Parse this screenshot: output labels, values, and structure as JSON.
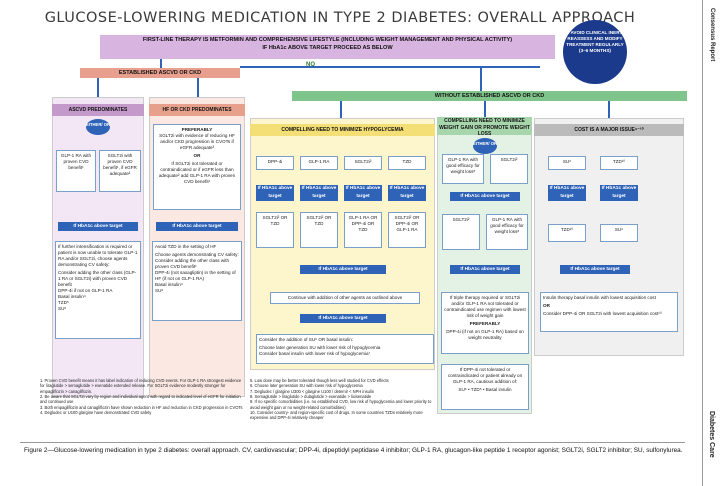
{
  "title": "GLUCOSE-LOWERING MEDICATION IN TYPE 2 DIABETES: OVERALL APPROACH",
  "sidebar": {
    "top_label": "Consensus Report",
    "bottom_label": "Diabetes Care"
  },
  "banner": {
    "line1": "FIRST-LINE THERAPY IS METFORMIN AND COMPREHENSIVE LIFESTYLE (INCLUDING WEIGHT MANAGEMENT AND PHYSICAL ACTIVITY)",
    "line2": "IF HbA1c ABOVE TARGET PROCEED AS BELOW"
  },
  "reassess": "TO AVOID CLINICAL INERTIA REASSESS AND MODIFY TREATMENT REGULARLY (3–6 MONTHS)",
  "branches": {
    "established": "ESTABLISHED ASCVD OR CKD",
    "no": "NO",
    "without": "WITHOUT ESTABLISHED ASCVD OR CKD"
  },
  "ascvd": {
    "header": "ASCVD PREDOMINATES",
    "either_or": "EITHER/ OR",
    "option1": "GLP-1 RA with proven CVD benefit¹",
    "option2": "SGLT2i with proven CVD benefit¹, if eGFR adequate²",
    "above_target": "If HbA1c above target",
    "text": "If further intensification is required or patient is now unable to tolerate GLP-1 RA and/or SGLT2i, choose agents demonstrating CV safety:",
    "bullets": [
      "Consider adding the other class (GLP-1 RA or SGLT2i) with proven CVD benefit",
      "DPP-4i if not on GLP-1 RA",
      "Basal insulin⁴",
      "TZD⁵",
      "SU⁶"
    ]
  },
  "hfckd": {
    "header": "HF OR CKD PREDOMINATES",
    "preferably": "PREFERABLY",
    "text1": "SGLT2i with evidence of reducing HF and/or CKD progression in CVOTs if eGFR adequate³",
    "or": "OR",
    "text2": "If SGLT2i not tolerated or contraindicated or if eGFR less than adequate² add GLP-1 RA with proven CVD benefit¹",
    "above_target": "If HbA1c above target",
    "avoid": "Avoid TZD in the setting of HF",
    "choose": "Choose agents demonstrating CV safety:",
    "bullets": [
      "Consider adding the other class with proven CVD benefit¹",
      "DPP-4i (not saxagliptin) in the setting of HF (if not on GLP-1 RA)",
      "Basal insulin⁴",
      "SU⁶"
    ]
  },
  "hypo": {
    "header": "COMPELLING NEED TO MINIMIZE HYPOGLYCEMIA",
    "row1": [
      "DPP-4i",
      "GLP-1 RA",
      "SGLT2i²",
      "TZD"
    ],
    "above_target": "If HbA1c above target",
    "row2": [
      "SGLT2i² OR TZD",
      "SGLT2i² OR TZD",
      "GLP-1 RA OR DPP-4i OR TZD",
      "SGLT2i² OR DPP-4i OR GLP-1 RA"
    ],
    "continue": "Continue with addition of other agents as outlined above",
    "consider": "Consider the addition of SU⁶ OR basal insulin:",
    "bullets": [
      "Choose later generation SU with lower risk of hypoglycemia",
      "Consider basal insulin with lower risk of hypoglycemia⁷"
    ]
  },
  "weight": {
    "header": "COMPELLING NEED TO MINIMIZE WEIGHT GAIN OR PROMOTE WEIGHT LOSS",
    "either_or": "EITHER/ OR",
    "option1": "GLP-1 RA with good efficacy for weight loss⁸",
    "option2": "SGLT2i²",
    "above_target": "If HbA1c above target",
    "row2a": "SGLT2i²",
    "row2b": "GLP-1 RA with good efficacy for weight loss⁸",
    "text1": "If triple therapy required or SGLT2i and/or GLP-1 RA not tolerated or contraindicated use regimen with lowest risk of weight gain",
    "preferably": "PREFERABLY",
    "text2": "DPP-4i (if not on GLP-1 RA) based on weight neutrality",
    "text3": "If DPP-4i not tolerated or contraindicated or patient already on GLP-1 RA, cautious addition of:",
    "text3b": "SU⁶ • TZD⁵ • Basal insulin"
  },
  "cost": {
    "header": "COST IS A MAJOR ISSUE⁹⁻¹⁰",
    "row1": [
      "SU⁶",
      "TZD¹⁰"
    ],
    "above_target": "If HbA1c above target",
    "row2": [
      "TZD¹⁰",
      "SU⁶"
    ],
    "bullet1": "Insulin therapy basal insulin with lowest acquisition cost",
    "or": "OR",
    "bullet2": "Consider DPP-4i OR SGLT2i with lowest acquisition cost¹⁰"
  },
  "footnotes_left": [
    "1. Proven CVD benefit means it has label indication of reducing CVD events. For GLP-1 RA strongest evidence for liraglutide > semaglutide > exenatide extended release. For SGLT2i evidence modestly stronger for empagliflozin > canagliflozin.",
    "2. Be aware that SGLT2i vary by region and individual agent with regard to indicated level of eGFR for initiation and continued use",
    "3. Both empagliflozin and canagliflozin have shown reduction in HF and reduction in CKD progression in CVOTs",
    "4. Degludec or U100 glargine have demonstrated CVD safety"
  ],
  "footnotes_right": [
    "5. Low dose may be better tolerated though less well studied for CVD effects",
    "6. Choose later generation SU with lower risk of hypoglycemia",
    "7. Degludec / glargine U300 < glargine U100 / detemir < NPH insulin",
    "8. Semaglutide > liraglutide > dulaglutide > exenatide > lixisenatide",
    "9. If no specific comorbidities (i.e. no established CVD, low risk of hypoglycemia and lower priority to avoid weight gain or no weight-related comorbidities)",
    "10. Consider country- and region-specific cost of drugs. In some countries TZDs relatively more expensive and DPP-4i relatively cheaper"
  ],
  "caption": "Figure 2—Glucose-lowering medication in type 2 diabetes: overall approach. CV, cardiovascular; DPP-4i, dipeptidyl peptidase 4 inhibitor; GLP-1 RA, glucagon-like peptide 1 receptor agonist; SGLT2i, SGLT2 inhibitor; SU, sulfonylurea."
}
